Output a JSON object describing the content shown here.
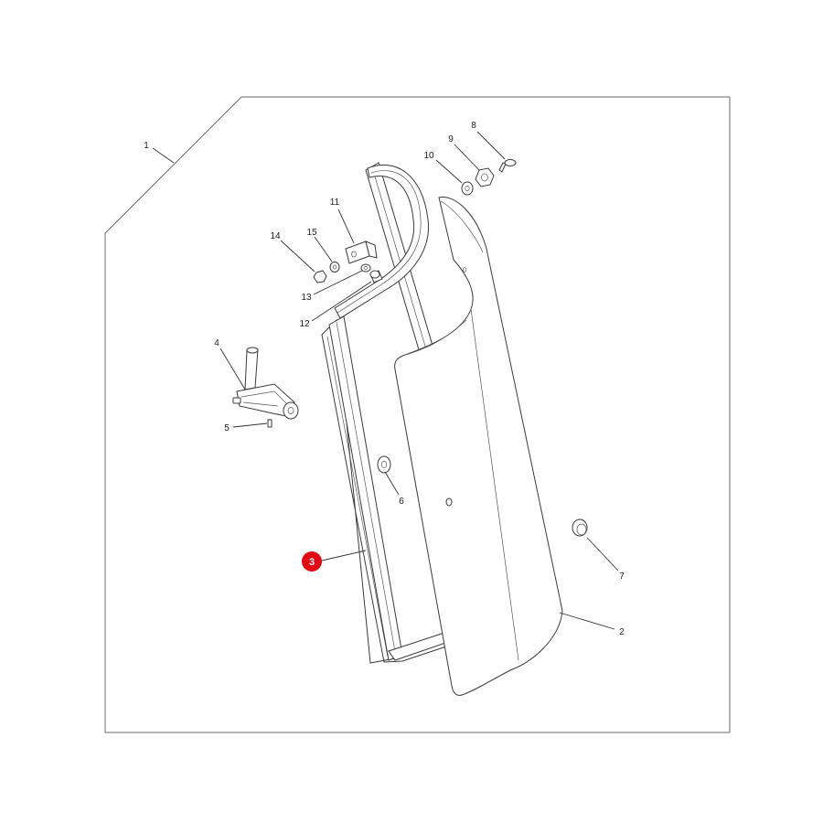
{
  "callouts": {
    "c1": "1",
    "c2": "2",
    "c3": "3",
    "c4": "4",
    "c5": "5",
    "c6": "6",
    "c7": "7",
    "c8": "8",
    "c9": "9",
    "c10": "10",
    "c11": "11",
    "c12": "12",
    "c13": "13",
    "c14": "14",
    "c15": "15"
  },
  "highlighted_callout": "3",
  "colors": {
    "highlight": "#e30613",
    "frame": "#6a6a6a",
    "line": "#333333"
  }
}
